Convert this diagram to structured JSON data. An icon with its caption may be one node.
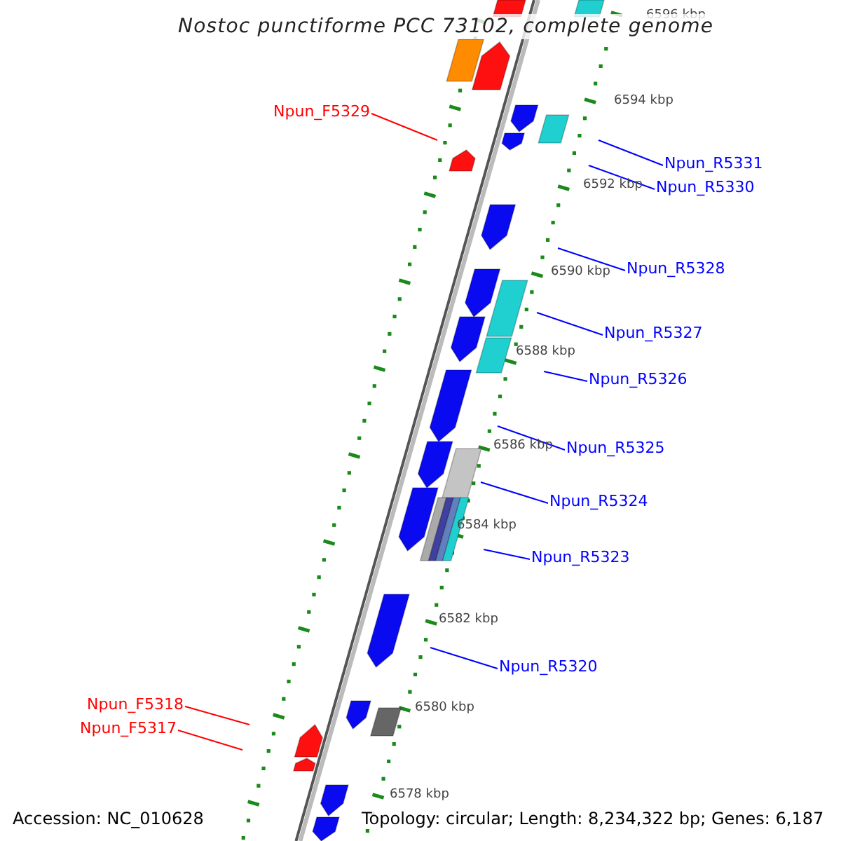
{
  "diagram": {
    "title": "Nostoc punctiforme PCC 73102, complete genome",
    "nodes": [
      {
        "text": [
          "Npun_F5329"
        ]
      },
      {
        "text": [
          "Npun_R5331"
        ]
      },
      {
        "text": [
          "Npun_R5330"
        ]
      },
      {
        "text": [
          "Npun_R5328"
        ]
      },
      {
        "text": [
          "Npun_R5327"
        ]
      },
      {
        "text": [
          "Npun_R5326"
        ]
      },
      {
        "text": [
          "Npun_R5325"
        ]
      },
      {
        "text": [
          "Npun_R5324"
        ]
      },
      {
        "text": [
          "Npun_R5323"
        ]
      },
      {
        "text": [
          "Npun_R5320"
        ]
      },
      {
        "text": [
          "Npun_F5318"
        ]
      },
      {
        "text": [
          "Npun_F5317"
        ]
      }
    ],
    "edges": [
      {
        "from": 0,
        "to": null,
        "arrow": "none",
        "color": "#ff0000"
      },
      {
        "from": 1,
        "to": null,
        "arrow": "none"
      },
      {
        "from": 2,
        "to": null,
        "arrow": "none"
      },
      {
        "from": 3,
        "to": null,
        "arrow": "none"
      },
      {
        "from": 4,
        "to": null,
        "arrow": "none"
      },
      {
        "from": 5,
        "to": null,
        "arrow": "none"
      },
      {
        "from": 6,
        "to": null,
        "arrow": "none"
      },
      {
        "from": 7,
        "to": null,
        "arrow": "none"
      },
      {
        "from": 8,
        "to": null,
        "arrow": "none"
      },
      {
        "from": 9,
        "to": null,
        "arrow": "none"
      },
      {
        "from": 10,
        "to": null,
        "arrow": "none",
        "color": "#ff0000"
      },
      {
        "from": 11,
        "to": null,
        "arrow": "none",
        "color": "#ff0000"
      }
    ],
    "labels": [
      "6596 kbp",
      "6594 kbp",
      "6592 kbp",
      "6590 kbp",
      "6588 kbp",
      "6586 kbp",
      "6584 kbp",
      "6582 kbp",
      "6580 kbp",
      "6578 kbp",
      "Accession: NC_010628",
      "Topology: circular; Length: 8,234,322 bp; Genes: 6,187"
    ]
  }
}
